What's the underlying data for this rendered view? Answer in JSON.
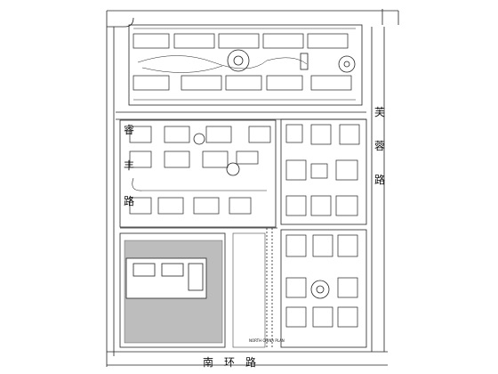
{
  "roads": {
    "west": [
      "睿",
      "丰",
      "路"
    ],
    "east": [
      "芙",
      "蓉",
      "路"
    ],
    "south": [
      "南",
      "环",
      "路"
    ]
  },
  "legend_text": "NORTH CHINA PLAN"
}
